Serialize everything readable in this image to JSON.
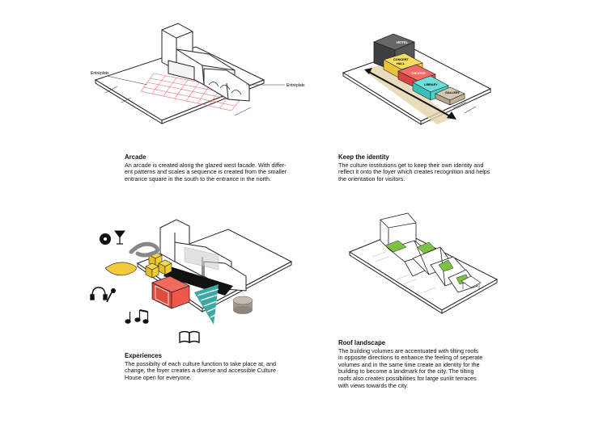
{
  "panels": [
    {
      "title": "Arcade",
      "body": "An arcade is created along the glazed west facade. With differ-\nent patterns and scales a sequence is created from the smaller\nentrance square in the south to the entrance in the north.",
      "labels": {
        "entrance_left": "Entréplats",
        "entrance_right": "Entréplats"
      }
    },
    {
      "title": "Keep the identity",
      "body": "The culture institutions get to keep their own identity and\nreflect it onto the foyer which creates recognition and helps\nthe orientation for visitors.",
      "labels": {
        "hotel": "HOTEL",
        "concert": "CONCERT",
        "hall": "HALL",
        "theater": "THEATER",
        "library": "LIBRARY",
        "gallery": "GALLERY"
      }
    },
    {
      "title": "Experiences",
      "body": "The possibilty of each culture function to take place at, and\nchange, the foyer creates a diverse and accessible Culture\nHouse open for everyone."
    },
    {
      "title": "Roof landscape",
      "body": "The building volumes are accentuated with tilting roofs\nin opposite directions to enhance the feeling of seperate\nvolumes and in the same time create an identity for the\nbuilding to become a landmark for the city. The tilting\nroofs also creates possibilities for large sunlit terraces\nwith views towards the city."
    }
  ],
  "colors": {
    "hotel": "#505050",
    "concert": "#f4d03f",
    "theater": "#ef5350",
    "library": "#4dd0c9",
    "gallery": "#c8b9a0",
    "grid": "#ef6b6b",
    "green": "#7cc243",
    "foyer": "#111111"
  },
  "icons": [
    "vinyl-record-icon",
    "cocktail-glass-icon",
    "microphone-icon",
    "headphones-icon",
    "music-notes-icon",
    "open-book-icon"
  ]
}
